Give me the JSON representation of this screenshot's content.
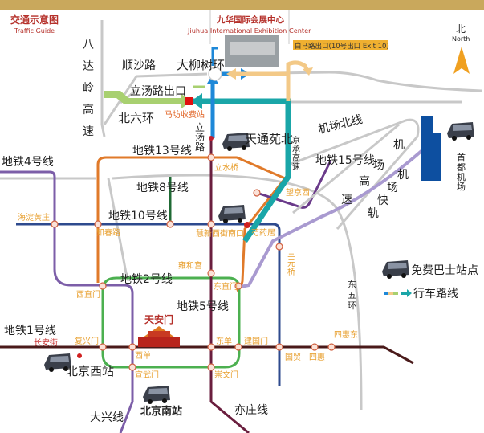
{
  "header": {
    "title_cn": "交通示意图",
    "title_en": "Traffic Guide"
  },
  "venue": {
    "name_cn": "九华国际会展中心",
    "name_en": "Jiuhua International Exhibition Center"
  },
  "exit_label": "白马路出口(10号出口 Exit 10)",
  "north": {
    "cn": "北",
    "en": "North"
  },
  "roads": {
    "badaling": [
      "八",
      "达",
      "岭",
      "高",
      "速"
    ],
    "shunsha": "顺沙路",
    "daliushu": "大柳树环",
    "litang_exit": "立汤路出口",
    "north6": "北六环",
    "toll": "马坊收费站",
    "litang": [
      "立",
      "汤",
      "路"
    ],
    "jingcheng": [
      "京",
      "承",
      "高",
      "速"
    ],
    "airport_north": "机场北线",
    "airport_expressway": [
      "机",
      "场",
      "高",
      "速"
    ],
    "airport_express": [
      "机",
      "场",
      "快",
      "轨"
    ],
    "east5": [
      "东",
      "五",
      "环"
    ]
  },
  "places": {
    "tiantongyuan": "天通苑北",
    "capital_airport": [
      "首",
      "都",
      "机",
      "场"
    ],
    "tiananmen": "天安门",
    "beijing_west": "北京西站",
    "beijing_south": "北京南站"
  },
  "lines": {
    "l13": "地铁13号线",
    "l4": "地铁4号线",
    "l8": "地铁8号线",
    "l10": "地铁10号线",
    "l15": "地铁15号线",
    "l2": "地铁2号线",
    "l5": "地铁5号线",
    "l1": "地铁1号线",
    "daxing": "大兴线",
    "yizhuang": "亦庄线"
  },
  "stations": {
    "lishuiqiao": "立水桥",
    "wangjingxi": "望京西",
    "haidian": "海淀黄庄",
    "zhichunlu": "知春路",
    "huixin": "慧新西街南口",
    "shaoyaoju": "芍药居",
    "yonghegong": "雍和宫",
    "sanyuanqiao": "三元桥",
    "xizhimen": "西直门",
    "dongzhimen": "东直门",
    "changanjie": "长安街",
    "fuxingmen": "复兴门",
    "xidan": "西单",
    "dongdan": "东单",
    "jianguomen": "建国门",
    "guomao": "国贸",
    "sihui": "四惠",
    "sihuidong": "四惠东",
    "xuanwumen": "宣武门",
    "chongwenmen": "崇文门"
  },
  "legend": {
    "bus_stop": "免费巴士站点",
    "route": "行车路线"
  },
  "colors": {
    "gold": "#c9a85c",
    "title_red": "#b5302a",
    "station_orange": "#e8a030",
    "teal": "#1aa6a8",
    "route_blue": "#1e88d8",
    "route_green": "#a8d070",
    "route_beige": "#f3c987"
  }
}
